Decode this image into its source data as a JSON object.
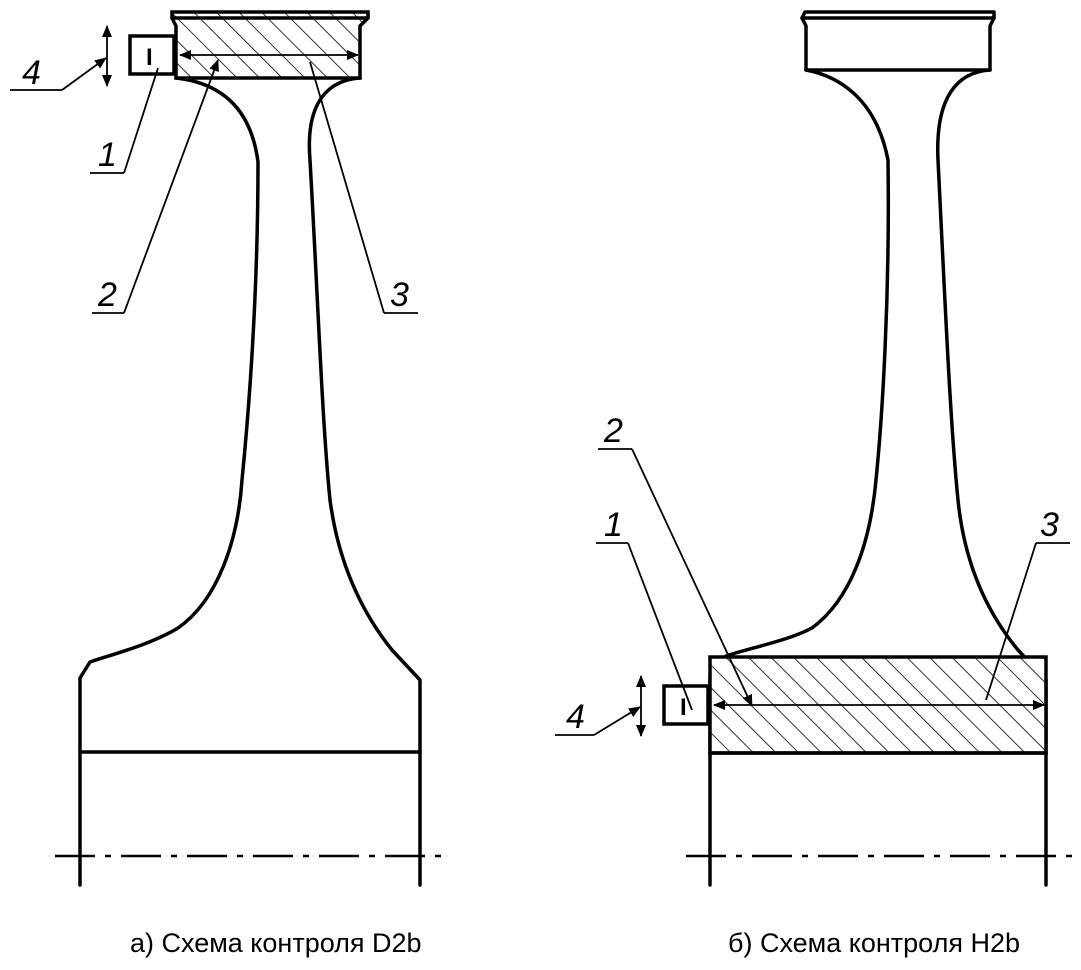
{
  "scheme_a": {
    "caption": "а) Схема контроля D2b",
    "callouts": {
      "c1": "1",
      "c2": "2",
      "c3": "3",
      "c4": "4"
    },
    "probe_label": "I"
  },
  "scheme_b": {
    "caption": "б) Схема контроля H2b",
    "callouts": {
      "c1": "1",
      "c2": "2",
      "c3": "3",
      "c4": "4"
    },
    "probe_label": "I"
  }
}
